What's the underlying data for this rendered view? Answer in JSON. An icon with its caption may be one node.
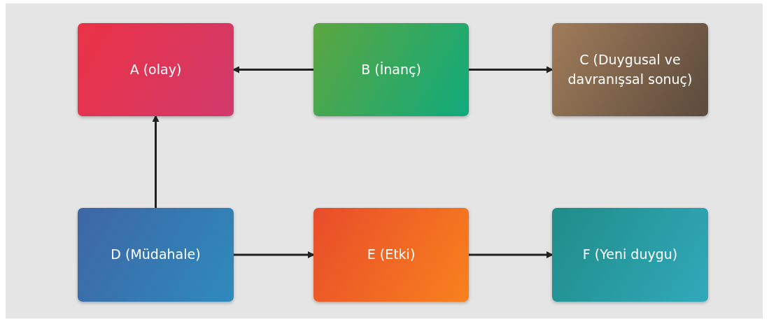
{
  "diagram": {
    "nodes": [
      {
        "text": [
          "A (olay)"
        ]
      },
      {
        "text": [
          "B (İnanç)"
        ]
      },
      {
        "text": [
          "C (Duygusal ve davranışsal sonuç)"
        ]
      },
      {
        "text": [
          "D (Müdahale)"
        ]
      },
      {
        "text": [
          "E (Etki)"
        ]
      },
      {
        "text": [
          "F (Yeni duygu)"
        ]
      }
    ],
    "edges": [
      {
        "from": 1,
        "to": 0,
        "arrow": "to"
      },
      {
        "from": 1,
        "to": 2,
        "arrow": "to"
      },
      {
        "from": 3,
        "to": 0,
        "arrow": "to"
      },
      {
        "from": 3,
        "to": 4,
        "arrow": "to"
      },
      {
        "from": 4,
        "to": 5,
        "arrow": "to"
      }
    ]
  }
}
